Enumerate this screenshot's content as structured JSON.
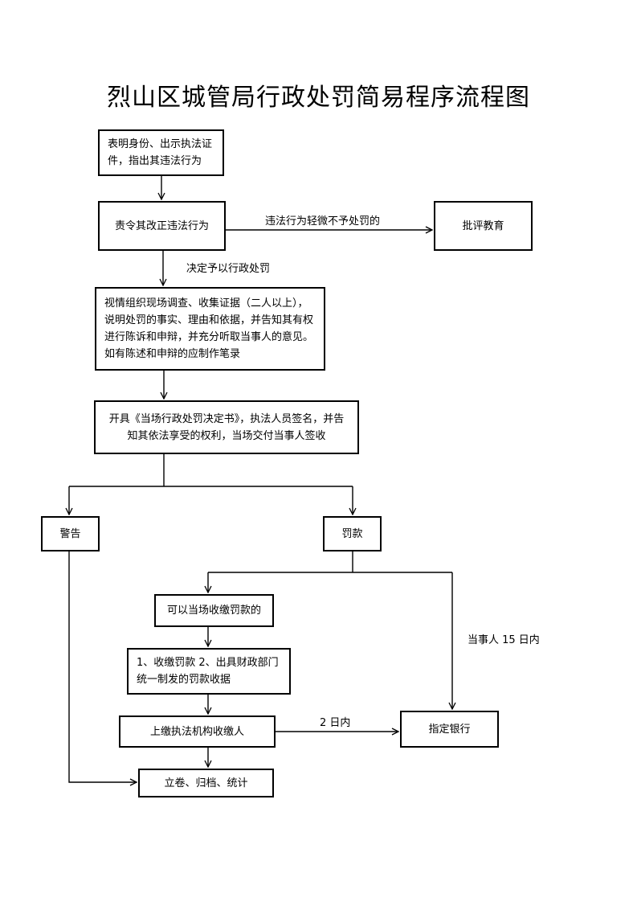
{
  "title": "烈山区城管局行政处罚简易程序流程图",
  "nodes": {
    "identify": "表明身份、出示执法证件，指出其违法行为",
    "correct": "责令其改正违法行为",
    "criticize": "批评教育",
    "investigate": "视情组织现场调查、收集证据（二人以上），说明处罚的事实、理由和依据，并告知其有权进行陈诉和申辩，并充分听取当事人的意见。如有陈述和申辩的应制作笔录",
    "decision": "开具《当场行政处罚决定书》，执法人员签名，并告知其依法享受的权利，当场交付当事人签收",
    "warning": "警告",
    "fine": "罚款",
    "onsite_collect": "可以当场收缴罚款的",
    "collect_receipt": "1、收缴罚款 2、出具财政部门统一制发的罚款收据",
    "submit": "上缴执法机构收缴人",
    "bank": "指定银行",
    "archive": "立卷、归档、统计"
  },
  "edge_labels": {
    "minor": "违法行为轻微不予处罚的",
    "decide": "决定予以行政处罚",
    "within15": "当事人 15 日内",
    "within2": "2 日内"
  }
}
